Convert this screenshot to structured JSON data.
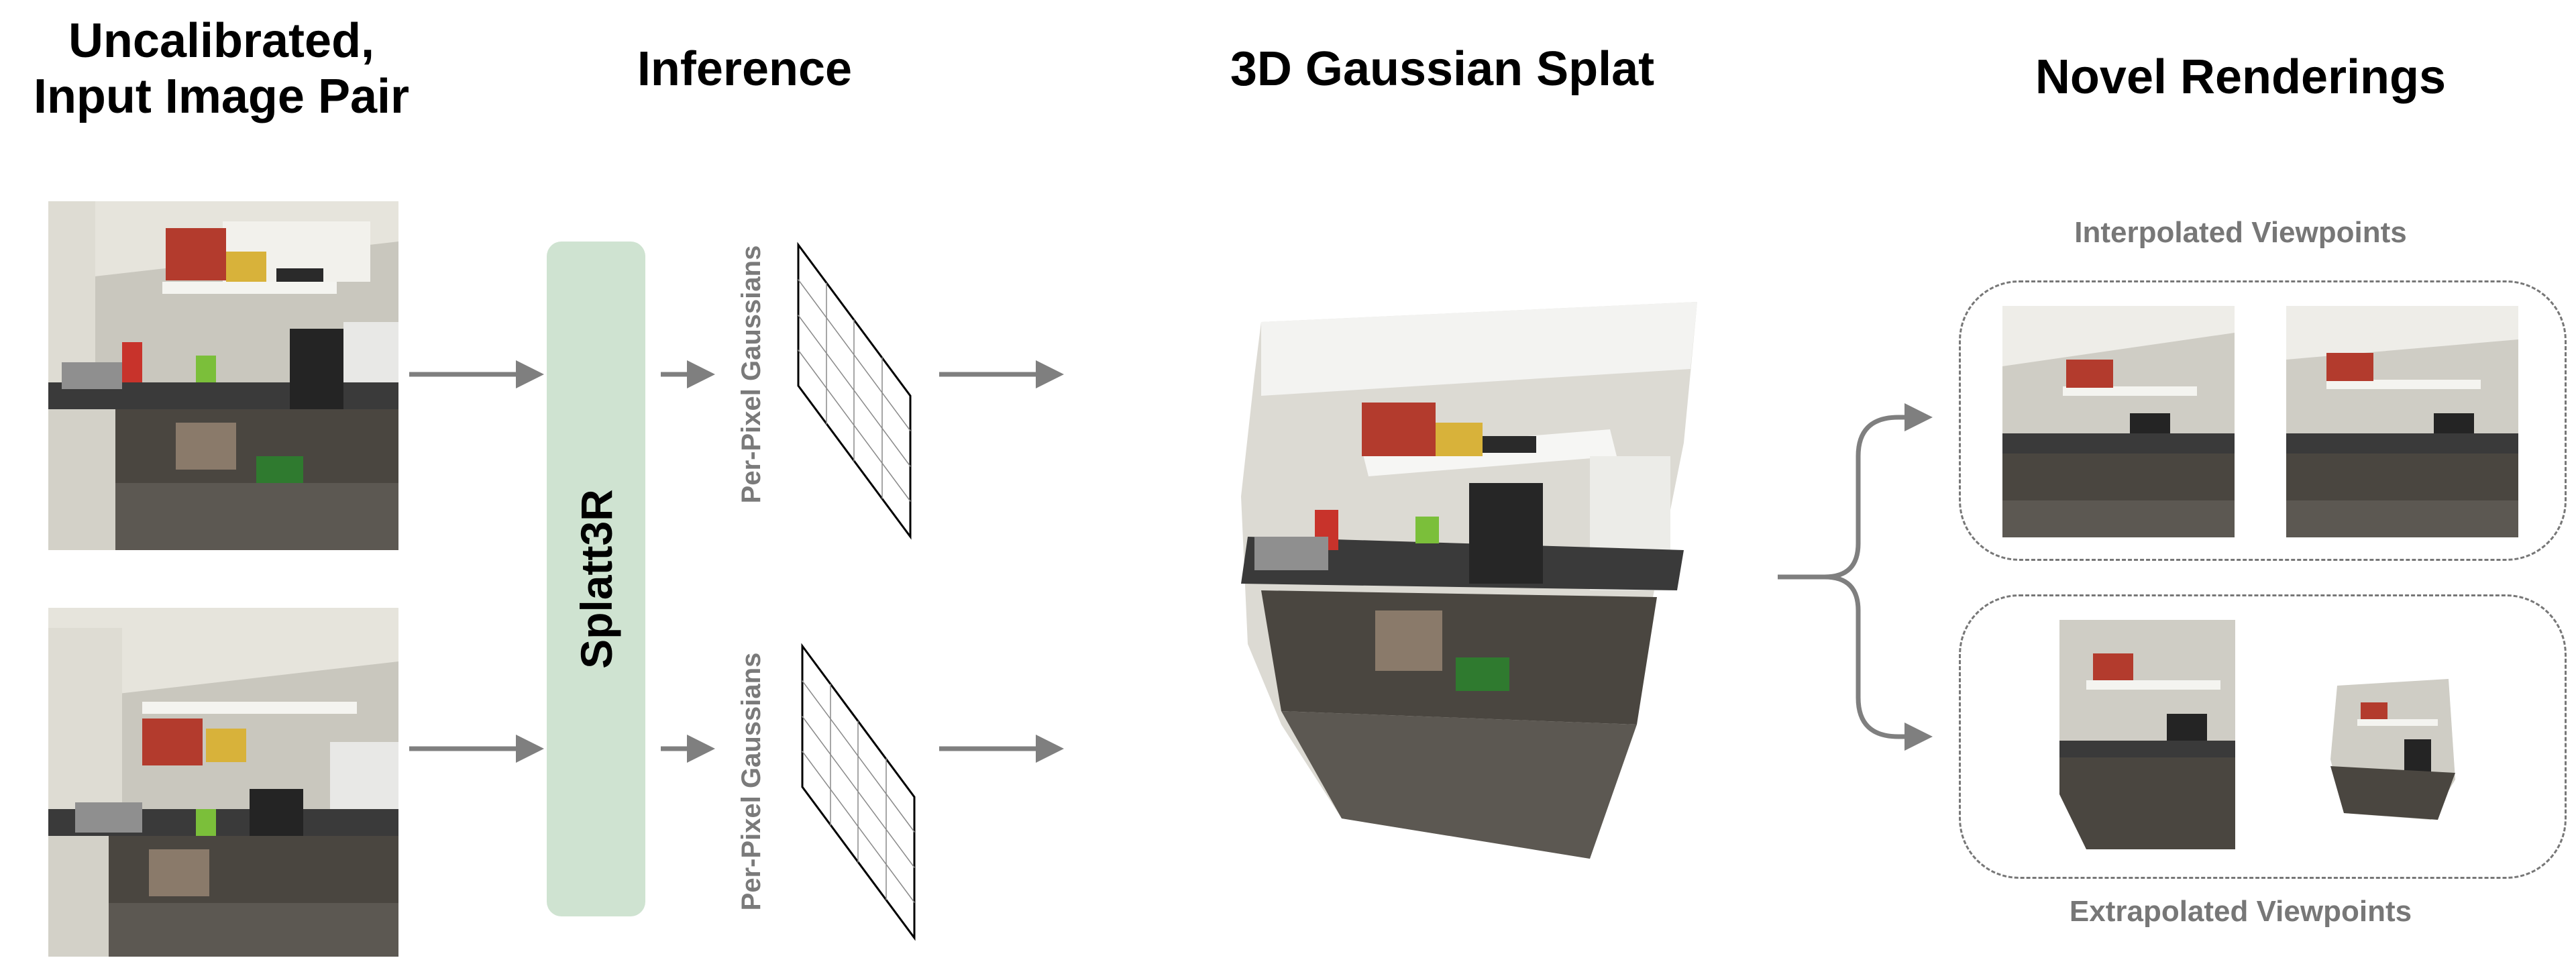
{
  "headings": {
    "input_line1": "Uncalibrated,",
    "input_line2": "Input Image Pair",
    "inference": "Inference",
    "splat": "3D Gaussian Splat",
    "novel": "Novel Renderings"
  },
  "model": {
    "label": "Splatt3R"
  },
  "per_pixel_label": "Per-Pixel Gaussians",
  "viewpoints": {
    "interpolated": "Interpolated Viewpoints",
    "extrapolated": "Extrapolated Viewpoints"
  },
  "colors": {
    "arrow": "#7f7f7f",
    "model_box": "#cfe3d1",
    "dashed_border": "#777777",
    "sub_caption": "#777777"
  },
  "icons": [
    "arrow-right-icon",
    "branch-arrow-icon",
    "grid-plane-icon"
  ]
}
